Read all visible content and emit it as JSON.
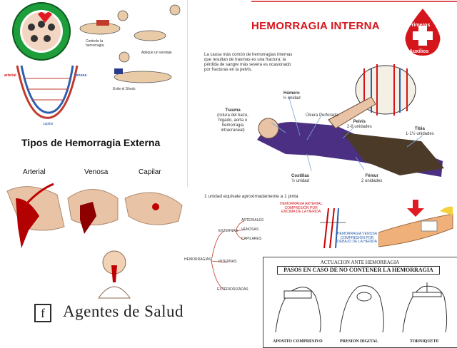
{
  "top_left": {
    "steps": {
      "control": "Controle la hemorragia.",
      "bandage": "Aplique un vendaje",
      "shock": "Evite el Shock"
    },
    "vessels": {
      "arterial": "arterial",
      "venosa": "venosa",
      "capilar": "capilar"
    }
  },
  "external": {
    "title": "Tipos de Hemorragia Externa",
    "types": [
      "Arterial",
      "Venosa",
      "Capilar"
    ]
  },
  "internal": {
    "title": "HEMORRAGIA INTERNA",
    "badge": [
      "Primeros",
      "Auxilios"
    ],
    "intro": "La causa más común de hemorragias internas que resultan de traumas es una fractura; la pérdida de sangre más severa es ocasionado por fracturas en la pelvis.",
    "labels": {
      "humero": [
        "Húmero",
        "½ unidad"
      ],
      "trauma": [
        "Trauma",
        "(rotura del bazo,",
        "hígado, aorta o",
        "hemorragia",
        "intracraneal)"
      ],
      "ulcera": "Úlcera Perforada",
      "pelvis": [
        "Pelvis",
        "2-8 unidades"
      ],
      "tibia": [
        "Tibia",
        "1-1½ unidades"
      ],
      "costillas": [
        "Costillas",
        "½ unidad"
      ],
      "femur": [
        "Fémur",
        "2 unidades"
      ]
    },
    "unit_note": "1 unidad equivale aproximadamente a 1 pinta"
  },
  "tree": {
    "root": "HEMORRAGIAS",
    "externas": "EXTERNAS",
    "externas_children": [
      "ARTERIALES",
      "VENOSAS",
      "CAPILARES"
    ],
    "internas": "INTERNAS",
    "exteriorizadas": "EXTERIORIZADAS"
  },
  "compression": {
    "arterial": [
      "HEMORRAGIA ARTERIAL",
      "COMPRESIÓN POR",
      "ENCIMA DE LA HERIDA"
    ],
    "venosa": [
      "HEMORRAGIA VENOSA",
      "COMPRESIÓN POR",
      "DEBAJO DE LA HERIDA"
    ]
  },
  "actuacion": {
    "title": "ACTUACION ANTE HEMORRAGIA",
    "subtitle": "PASOS EN CASO DE NO CONTENER LA HEMORRAGIA",
    "captions": [
      "APOSITO COMPRESIVO",
      "PRESION DIGITAL",
      "TORNIQUETE"
    ]
  },
  "footer": {
    "fb_icon": "f",
    "brand": "Agentes de Salud"
  },
  "colors": {
    "accent_red": "#d4161c",
    "vein_blue": "#2a5fb0"
  }
}
